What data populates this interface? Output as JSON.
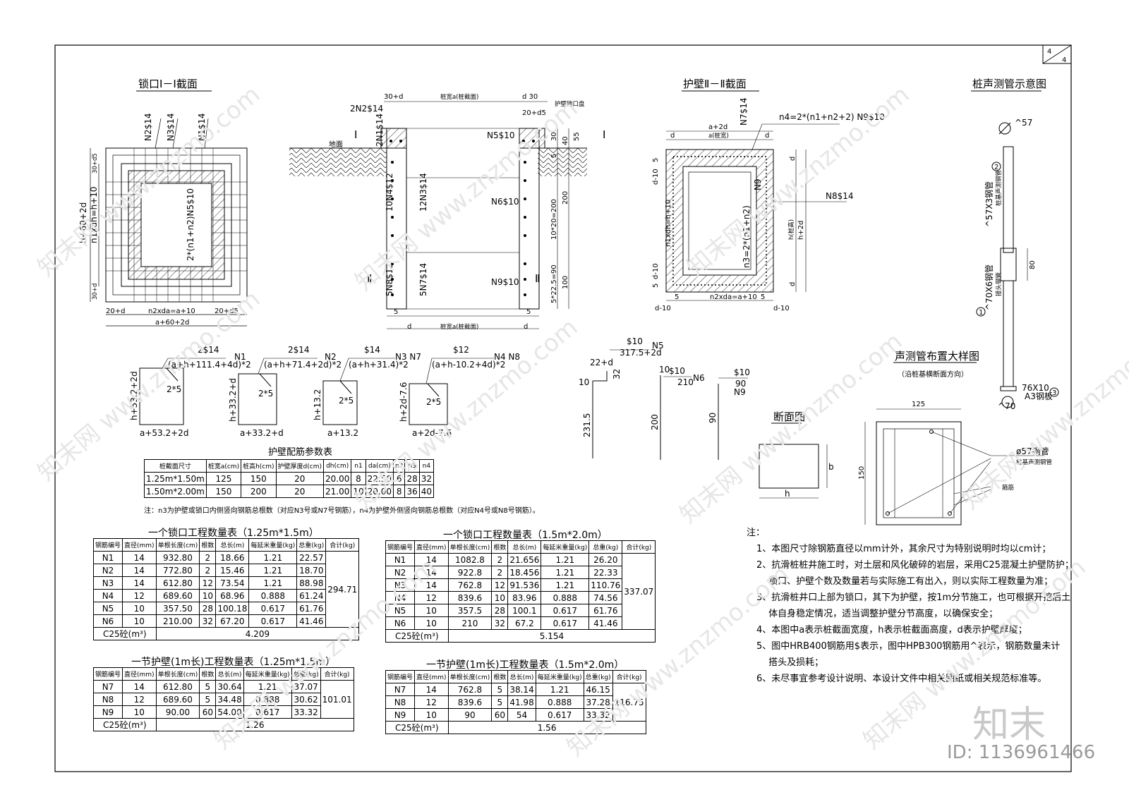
{
  "sheet": {
    "page_num": "4",
    "page_total": "4"
  },
  "titles": {
    "lock_section": "锁口Ⅰ－Ⅰ截面",
    "wall_section": "护壁Ⅱ－Ⅱ截面",
    "sonic_schematic": "桩声测管示意图",
    "sonic_layout": "声测管布置大样图",
    "sonic_layout_sub": "（沿桩基横断面方向）",
    "section_view": "断面图"
  },
  "lock_labels": {
    "n2": "N2$14",
    "n3": "N3$14",
    "n1": "N1$14",
    "n5": "2*(n1+n2)N5$10",
    "h60": "h+60+2d",
    "n1xdh": "n1xdh=h+10",
    "d30a": "30+d5",
    "d30b": "30+d",
    "b20a": "20+d",
    "b20b": "20+d5",
    "n2xda": "n2xda=a+10",
    "a60": "a+60+2d"
  },
  "elev_labels": {
    "w1": "30+d",
    "w2": "桩宽a(桩截面)",
    "w3": "d  30",
    "w4": "20+d5",
    "lock": "护壁锁口盘",
    "n2top": "2N2$14",
    "n1top": "2N1$14",
    "n5": "N5$10",
    "ground": "地面",
    "I": "Ⅰ",
    "II": "Ⅱ",
    "n4": "10N4$12",
    "n3": "12N3$14",
    "n6": "N6$10",
    "n8": "5N8$12",
    "n7": "5N7$14",
    "n9": "N9$10",
    "dim1": "10*20=200",
    "dim2": "200",
    "dim3": "5*22.5=90",
    "dim4": "100",
    "dim5": "55",
    "dim6": "30",
    "dim7": "40",
    "dim8": "5",
    "d": "d",
    "five": "5",
    "bottom": "桩宽a(桩截面)"
  },
  "wall_labels": {
    "n4": "n4=2*(n1+n2+2)  N9$10",
    "n7": "N7$14",
    "a2d": "a+2d",
    "a": "a(桩宽)",
    "d": "d",
    "d10": "d-10",
    "n1xdh": "n1xdh=h+10",
    "n3": "n3=2*(n1+n2)",
    "n8": "N8$14",
    "n9": "N9",
    "h": "h(桩高)",
    "h2d": "h+2d",
    "n2xda": "n2xda=a+10",
    "five": "5"
  },
  "bar_shapes": [
    {
      "qty": "2$14",
      "len": "(a+h+111.4+4d)*2",
      "name": "N1",
      "v": "h+53.2+2d",
      "b": "a+53.2+2d",
      "c": "2*5"
    },
    {
      "qty": "2$14",
      "len": "(a+h+71.4+2d)*2",
      "name": "N2",
      "v": "h+33.2+d",
      "b": "a+33.2+d",
      "c": "2*5"
    },
    {
      "qty": "$14",
      "len": "(a+h+31.4)*2",
      "name": "N3  N7",
      "v": "h+13.2",
      "b": "a+13.2",
      "c": "2*5"
    },
    {
      "qty": "$12",
      "len": "(a+h-10.2+4d)*2",
      "name": "N4  N8",
      "v": "h+2d-7.6",
      "b": "a+2d-7.6",
      "c": "2*5"
    }
  ],
  "bar_hooks": {
    "n5_top": "$10",
    "n5_len": "317.5+2d",
    "n5_name": "N5",
    "n5_a": "22+d",
    "n5_b": "32",
    "n5_c": "10",
    "n5_h": "231.5",
    "n6_top": "$10",
    "n6_a": "10",
    "n6_len": "210",
    "n6_name": "N6",
    "n6_h": "200",
    "n9_top": "$10",
    "n9_len": "90",
    "n9_name": "N9",
    "n9_h": "90"
  },
  "section_labels": {
    "b": "b",
    "h": "h"
  },
  "sonic_labels": {
    "d57": "^57",
    "pipe": "^57X3钢管",
    "pipe_sub": "桩基声测钢管",
    "c2": "2",
    "sleeve": "^70X6钢管",
    "sleeve_sub": "接头钢管",
    "c1": "1",
    "len80": "80",
    "plate": "76X10",
    "plate_sub": "A3钢板",
    "c3": "3",
    "d70": "^70",
    "w125": "125",
    "h150": "150",
    "tube": "ø57钢管",
    "tube_sub": "桩基声测钢管",
    "stirrup": "箍筋"
  },
  "param_table": {
    "title": "护壁配筋参数表",
    "headers": [
      "桩截面尺寸",
      "桩宽a(cm)",
      "桩高h(cm)",
      "护壁厚度d(cm)",
      "dh(cm)",
      "n1",
      "da(cm)",
      "n2",
      "n3",
      "n4"
    ],
    "rows": [
      [
        "1.25m*1.50m",
        "125",
        "150",
        "20",
        "20.00",
        "8",
        "22.50",
        "6",
        "28",
        "32"
      ],
      [
        "1.50m*2.00m",
        "150",
        "200",
        "20",
        "21.00",
        "10",
        "20.00",
        "8",
        "36",
        "40"
      ]
    ],
    "note": "注：n3为护壁或锁口内侧竖向钢筋总根数（对应N3号或N7号钢筋），n4为护壁外侧竖向钢筋总根数（对应N4号或N8号钢筋）。"
  },
  "qty_headers": [
    "钢筋编号",
    "直径(mm)",
    "单根长度(cm)",
    "根数",
    "总长(m)",
    "每延米重量(kg)",
    "总重(kg)",
    "合计(kg)"
  ],
  "lock_small": {
    "title": "一个锁口工程数量表（1.25m*1.5m）",
    "rows": [
      [
        "N1",
        "14",
        "932.80",
        "2",
        "18.66",
        "1.21",
        "22.57"
      ],
      [
        "N2",
        "14",
        "772.80",
        "2",
        "15.46",
        "1.21",
        "18.70"
      ],
      [
        "N3",
        "14",
        "612.80",
        "12",
        "73.54",
        "1.21",
        "88.98"
      ],
      [
        "N4",
        "12",
        "689.60",
        "10",
        "68.96",
        "0.888",
        "61.24"
      ],
      [
        "N5",
        "10",
        "357.50",
        "28",
        "100.18",
        "0.617",
        "61.76"
      ],
      [
        "N6",
        "10",
        "210.00",
        "32",
        "67.20",
        "0.617",
        "41.46"
      ]
    ],
    "total": "294.71",
    "c25_label": "C25砼(m³)",
    "c25": "4.209"
  },
  "lock_large": {
    "title": "一个锁口工程数量表（1.5m*2.0m）",
    "rows": [
      [
        "N1",
        "14",
        "1082.8",
        "2",
        "21.656",
        "1.21",
        "26.20"
      ],
      [
        "N2",
        "14",
        "922.8",
        "2",
        "18.456",
        "1.21",
        "22.33"
      ],
      [
        "N3",
        "14",
        "762.8",
        "12",
        "91.536",
        "1.21",
        "110.76"
      ],
      [
        "N4",
        "12",
        "839.6",
        "10",
        "83.96",
        "0.888",
        "74.56"
      ],
      [
        "N5",
        "10",
        "357.5",
        "28",
        "100.1",
        "0.617",
        "61.76"
      ],
      [
        "N6",
        "10",
        "210",
        "32",
        "67.2",
        "0.617",
        "41.46"
      ]
    ],
    "total": "337.07",
    "c25_label": "C25砼(m³)",
    "c25": "5.154"
  },
  "wall_small": {
    "title": "一节护壁(1m长)工程数量表（1.25m*1.5m）",
    "rows": [
      [
        "N7",
        "14",
        "612.80",
        "5",
        "30.64",
        "1.21",
        "37.07"
      ],
      [
        "N8",
        "12",
        "689.60",
        "5",
        "34.48",
        "0.888",
        "30.62"
      ],
      [
        "N9",
        "10",
        "90.00",
        "60",
        "54.00",
        "0.617",
        "33.32"
      ]
    ],
    "total": "101.01",
    "c25_label": "C25砼(m³)",
    "c25": "1.26"
  },
  "wall_large": {
    "title": "一节护壁(1m长)工程数量表（1.5m*2.0m）",
    "rows": [
      [
        "N7",
        "14",
        "762.8",
        "5",
        "38.14",
        "1.21",
        "46.15"
      ],
      [
        "N8",
        "12",
        "839.6",
        "5",
        "41.98",
        "0.888",
        "37.28"
      ],
      [
        "N9",
        "10",
        "90",
        "60",
        "54",
        "0.617",
        "33.32"
      ]
    ],
    "total": "116.75",
    "c25_label": "C25砼(m³)",
    "c25": "1.56"
  },
  "notes": {
    "head": "注：",
    "lines": [
      "1、本图尺寸除钢筋直径以mm计外，其余尺寸为特别说明时均以cm计；",
      "2、抗滑桩桩井施工时，对土层和风化破碎的岩层，采用C25混凝土护壁防护；",
      "　 锁口、护壁个数及数量若与实际施工有出入，则以实际工程数量为准；",
      "3、抗滑桩井口上部为锁口，其下为护壁，按1m分节施工，也可根据开挖后土",
      "　 体自身稳定情况，适当调整护壁分节高度，以确保安全；",
      "4、本图中a表示桩截面宽度，h表示桩截面高度，d表示护壁厚度；",
      "5、图中HRB400钢筋用$表示，图中HPB300钢筋用^表示，钢筋数量未计",
      "　 搭头及损耗；",
      "6、未尽事宜参考设计说明、本设计文件中相关图纸或相关规范标准等。"
    ]
  },
  "branding": {
    "logo": "知末",
    "id": "ID: 1136961466",
    "watermark": "知末网 www.znzmo.com"
  }
}
